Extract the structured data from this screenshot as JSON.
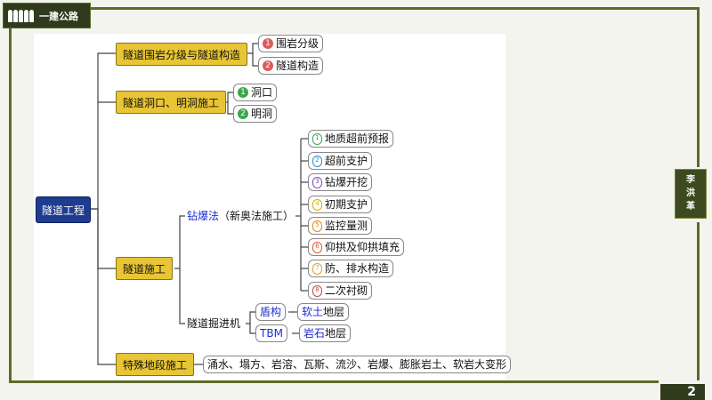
{
  "header": {
    "logo_text": "一建公路"
  },
  "author": {
    "name_chars": [
      "李",
      "洪",
      "革"
    ]
  },
  "page": {
    "number": "2"
  },
  "mindmap": {
    "root": "隧道工程",
    "branch1": {
      "label": "隧道围岩分级与隧道构造",
      "items": [
        {
          "num": "1",
          "label": "围岩分级"
        },
        {
          "num": "2",
          "label": "隧道构造"
        }
      ]
    },
    "branch2": {
      "label": "隧道洞口、明洞施工",
      "items": [
        {
          "num": "1",
          "label": "洞口"
        },
        {
          "num": "2",
          "label": "明洞"
        }
      ]
    },
    "branch3": {
      "label": "隧道施工",
      "drill": {
        "label_a": "钻爆法",
        "label_b": "（新奥法施工）",
        "items": [
          {
            "num": "1",
            "label": "地质超前预报"
          },
          {
            "num": "2",
            "label": "超前支护"
          },
          {
            "num": "3",
            "label": "钻爆开挖"
          },
          {
            "num": "4",
            "label": "初期支护"
          },
          {
            "num": "5",
            "label": "监控量测"
          },
          {
            "num": "6",
            "label": "仰拱及仰拱填充"
          },
          {
            "num": "7",
            "label": "防、排水构造"
          },
          {
            "num": "8",
            "label": "二次衬砌"
          }
        ]
      },
      "tbm": {
        "label": "隧道掘进机",
        "rows": [
          {
            "a": "盾构",
            "b1": "软土",
            "b2": "地层"
          },
          {
            "a": "TBM",
            "b1": "岩石",
            "b2": "地层"
          }
        ]
      }
    },
    "branch4": {
      "label": "特殊地段施工",
      "detail": "涌水、塌方、岩溶、瓦斯、流沙、岩爆、膨胀岩土、软岩大变形"
    }
  },
  "colors": {
    "frame": "#5b6b2a",
    "root": "#1e3d8f",
    "branch": "#e8c534",
    "red": "#e05a5a",
    "green": "#3aa64a"
  }
}
